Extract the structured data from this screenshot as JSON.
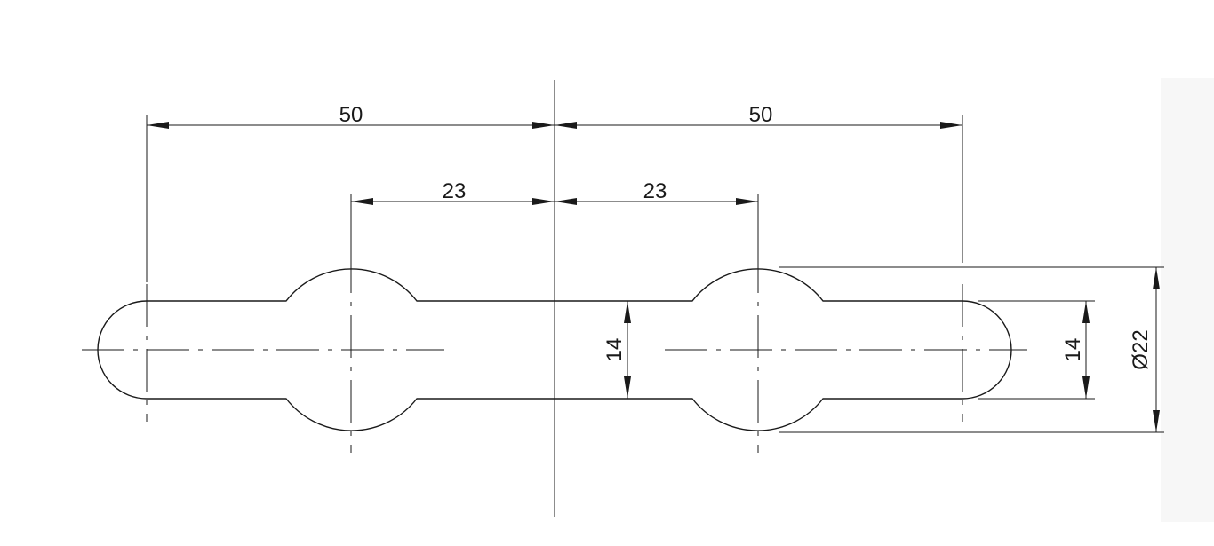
{
  "dimensions": {
    "left_outer_spacing": "50",
    "right_outer_spacing": "50",
    "left_inner_spacing": "23",
    "right_inner_spacing": "23",
    "slot_width_center": "14",
    "slot_width_right": "14",
    "hole_diameter": "Ø22"
  },
  "colors": {
    "line": "#1a1a1a",
    "background": "#ffffff"
  }
}
